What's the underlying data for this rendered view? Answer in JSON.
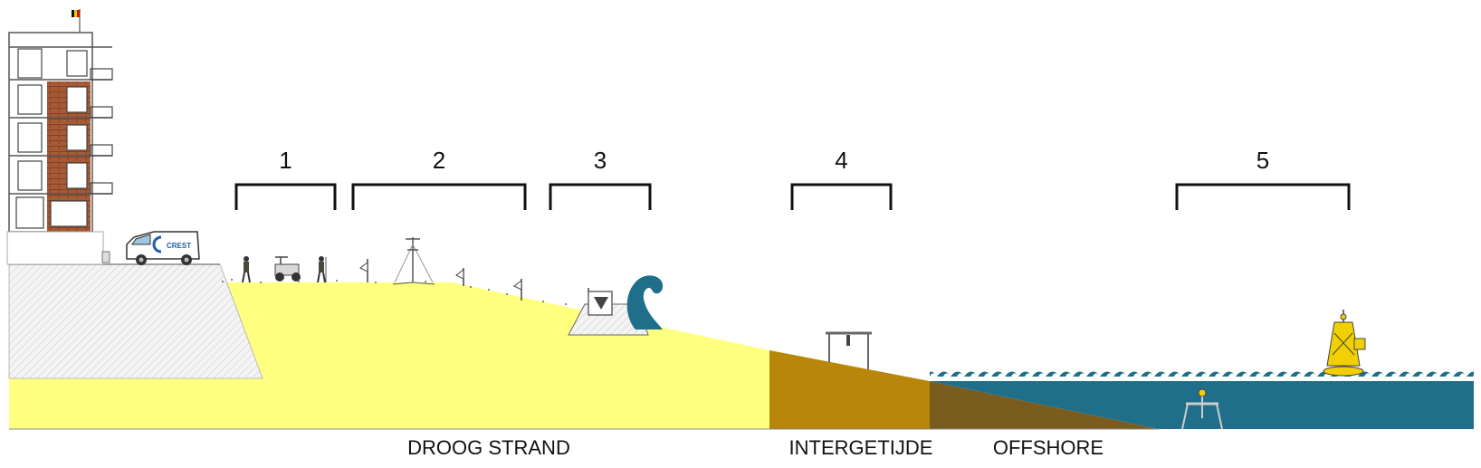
{
  "zones": [
    {
      "number": "1"
    },
    {
      "number": "2"
    },
    {
      "number": "3"
    },
    {
      "number": "4"
    },
    {
      "number": "5"
    }
  ],
  "region_labels": {
    "dry_beach": "DROOG STRAND",
    "intertidal": "INTERGETIJDE",
    "offshore": "OFFSHORE"
  },
  "van_logo": "CREST",
  "colors": {
    "sand": "#ffff80",
    "intertidal": "#b8860b",
    "offshore_seabed": "#7a5c1e",
    "sea": "#1f6f8b",
    "buoy": "#f0d000",
    "seawall": "#eeeeee"
  },
  "icons": [
    "flag-icon",
    "building-icon",
    "van-icon",
    "surveyor-icon",
    "buggy-icon",
    "weather-station-icon",
    "pole-sensor-icon",
    "wave-icon",
    "frame-icon",
    "buoy-icon",
    "seabed-tripod-icon"
  ]
}
